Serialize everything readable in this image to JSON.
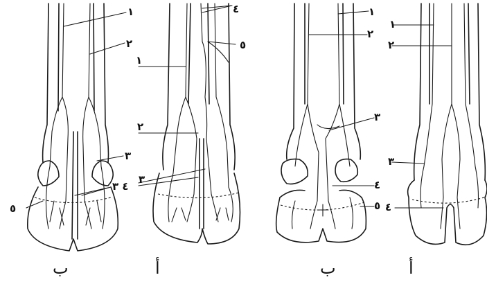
{
  "panels": {
    "b_left": "ب",
    "a_left": "أ",
    "b_right": "ب",
    "a_right": "أ"
  },
  "labels": {
    "l1": "١",
    "l2": "٢",
    "l3": "٣",
    "l4_3": "٤ ٣",
    "l5": "٥",
    "m1": "١",
    "m2": "٢",
    "m3": "٣",
    "m4": "٤",
    "m5": "٥",
    "r1": "١",
    "r2": "٢",
    "r3": "٣",
    "r4": "٤",
    "r5": "٥",
    "s1": "١",
    "s2": "٢",
    "s3": "٣",
    "s4": "٤"
  }
}
